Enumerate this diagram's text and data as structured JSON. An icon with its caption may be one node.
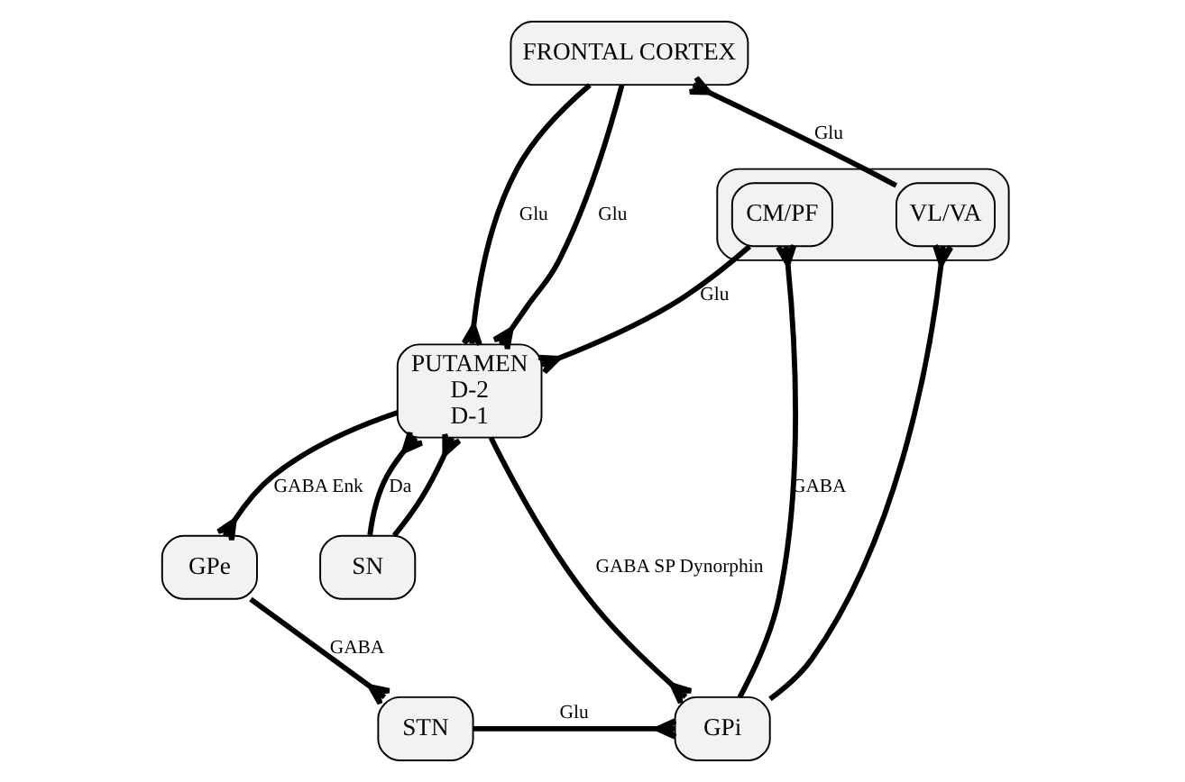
{
  "diagram": {
    "nodes": [
      {
        "text": [
          "FRONTAL CORTEX"
        ]
      },
      {
        "text": [
          "PUTAMEN",
          "D-2",
          "D-1"
        ]
      },
      {
        "text": [],
        "shape": "box"
      },
      {
        "text": [
          "CM/PF"
        ],
        "in": 2
      },
      {
        "text": [
          "VL/VA"
        ],
        "in": 2
      },
      {
        "text": [
          "GPe"
        ]
      },
      {
        "text": [
          "SN"
        ]
      },
      {
        "text": [
          "STN"
        ]
      },
      {
        "text": [
          "GPi"
        ]
      }
    ],
    "edges": [
      {
        "from": 0,
        "to": 1,
        "arrow": "other",
        "label": "Glu"
      },
      {
        "from": 0,
        "to": 1,
        "arrow": "other",
        "label": "Glu"
      },
      {
        "from": 4,
        "to": 0,
        "arrow": "other",
        "label": "Glu"
      },
      {
        "from": 3,
        "to": 1,
        "arrow": "other",
        "label": "Glu"
      },
      {
        "from": 6,
        "to": 1,
        "arrow": "other",
        "label": "Da"
      },
      {
        "from": 6,
        "to": 1,
        "arrow": "other"
      },
      {
        "from": 1,
        "to": 5,
        "arrow": "other",
        "label": "GABA Enk"
      },
      {
        "from": 1,
        "to": 8,
        "arrow": "other",
        "label": "GABA SP Dynorphin"
      },
      {
        "from": 5,
        "to": 7,
        "arrow": "other",
        "label": "GABA"
      },
      {
        "from": 7,
        "to": 8,
        "arrow": "other",
        "label": "Glu"
      },
      {
        "from": 8,
        "to": 3,
        "arrow": "other",
        "label": "GABA"
      },
      {
        "from": 8,
        "to": 4,
        "arrow": "other"
      }
    ]
  }
}
